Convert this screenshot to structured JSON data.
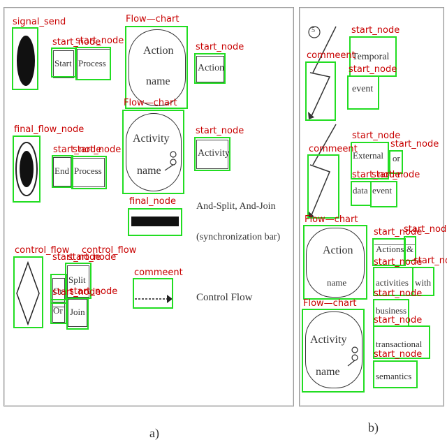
{
  "panel_a": {
    "caption": "a)",
    "symbols": {
      "start": "Start",
      "process_1": "Process",
      "action_line1": "Action",
      "action_line2": "name",
      "action_plain": "Action",
      "end": "End",
      "process_2": "Process",
      "activity_line1": "Activity",
      "activity_line2": "name",
      "activity_plain": "Activity",
      "or_1": "Or",
      "split": "Split",
      "or_2": "Or",
      "join": "Join"
    },
    "descriptions": {
      "sync_bar_line1": "And-Split, And-Join",
      "sync_bar_line2": "(synchronization bar)",
      "control_flow": "Control Flow"
    }
  },
  "panel_b": {
    "caption": "b)",
    "symbols": {
      "circle_number": "5",
      "temporal": "Temporal",
      "event_1": "event",
      "external": "External",
      "or": "or",
      "data": "data",
      "event_2": "event",
      "action_line1": "Action",
      "action_line2": "name",
      "activity_line1": "Activity",
      "activity_line2": "name",
      "actions": "Actions",
      "amp": "&",
      "activities": "activities",
      "with": "with",
      "business": "business",
      "transactional": "transactional",
      "semantics": "semantics"
    }
  },
  "annotations": {
    "signal_send": "signal_send",
    "start_node": "start_node",
    "flow_chart": "Flow—chart",
    "final_flow_node": "final_flow_node",
    "final_node": "final_node",
    "control_flow": "control_flow",
    "comment": "commeent"
  },
  "colors": {
    "annotation_box": "#22dd22",
    "annotation_label": "#c80000",
    "ink": "#222222"
  }
}
